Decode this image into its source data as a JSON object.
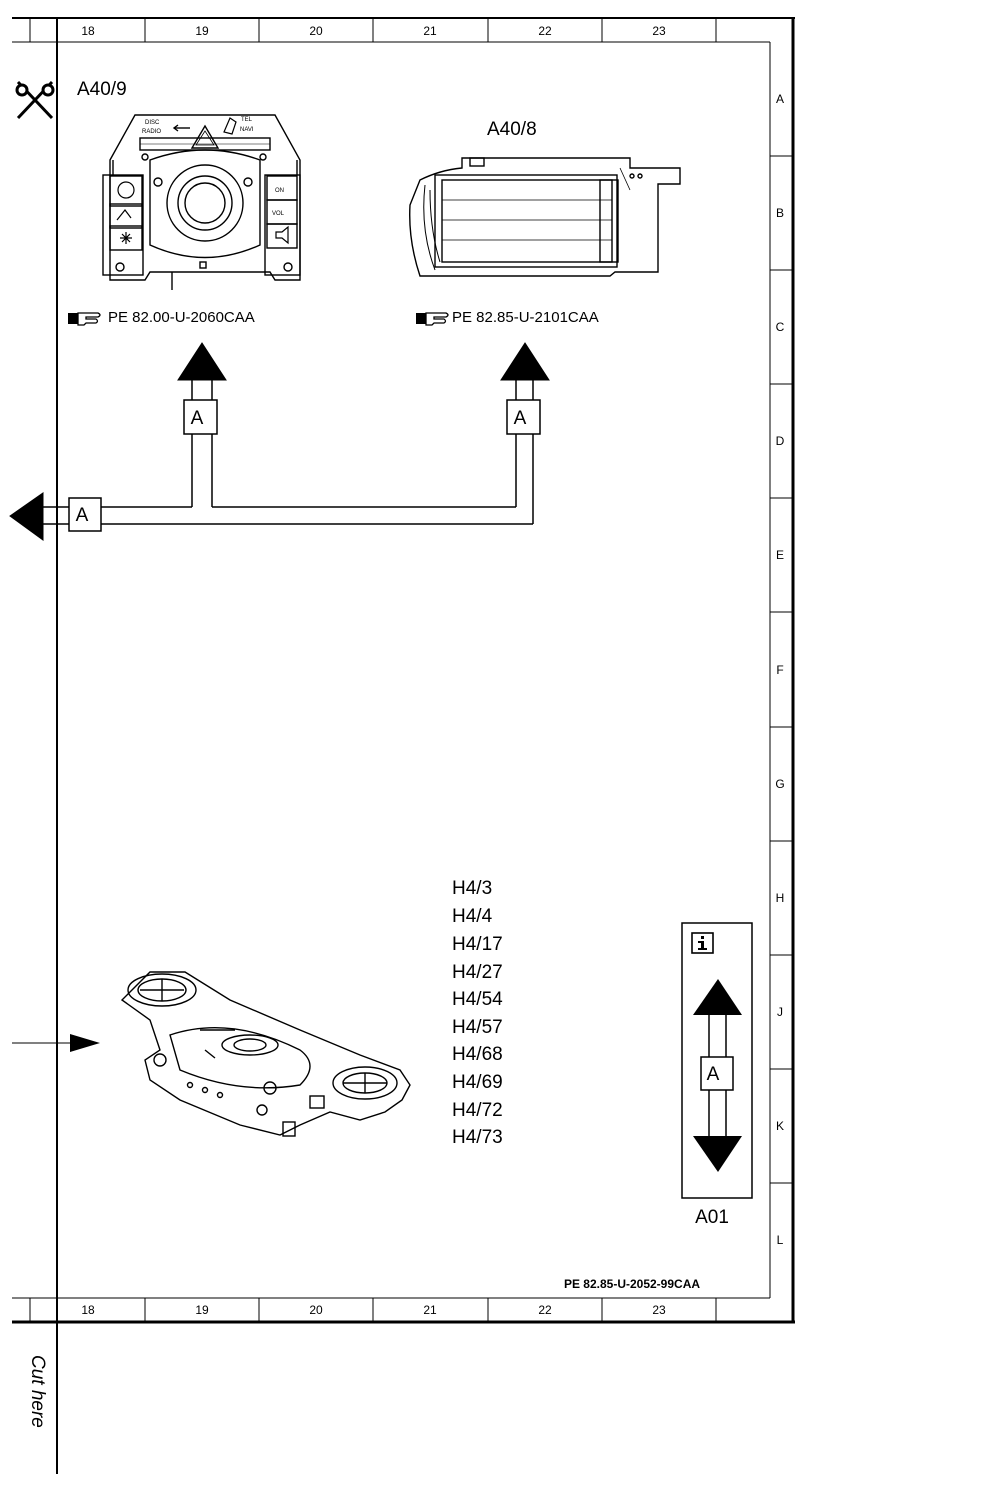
{
  "grid": {
    "columns": [
      "18",
      "19",
      "20",
      "21",
      "22",
      "23"
    ],
    "rows": [
      "A",
      "B",
      "C",
      "D",
      "E",
      "F",
      "G",
      "H",
      "J",
      "K",
      "L"
    ]
  },
  "components": {
    "a40_9": {
      "id": "A40/9",
      "ref": "PE 82.00-U-2060CAA",
      "panel_labels": {
        "disc": "DISC",
        "radio": "RADIO",
        "tel": "TEL",
        "navi": "NAVI",
        "on": "ON",
        "vol": "VOL"
      }
    },
    "a40_8": {
      "id": "A40/8",
      "ref": "PE 82.85-U-2101CAA"
    }
  },
  "connector_label": "A",
  "speaker_list": [
    "H4/3",
    "H4/4",
    "H4/17",
    "H4/27",
    "H4/54",
    "H4/57",
    "H4/68",
    "H4/69",
    "H4/72",
    "H4/73"
  ],
  "legend": {
    "connector": "A",
    "id": "A01",
    "info_icon": "info-icon"
  },
  "footer_ref": "PE 82.85-U-2052-99CAA",
  "cut_text": "Cut here",
  "icons": {
    "scissors": "scissors-icon",
    "pointing_hand": "pointing-hand-icon"
  }
}
